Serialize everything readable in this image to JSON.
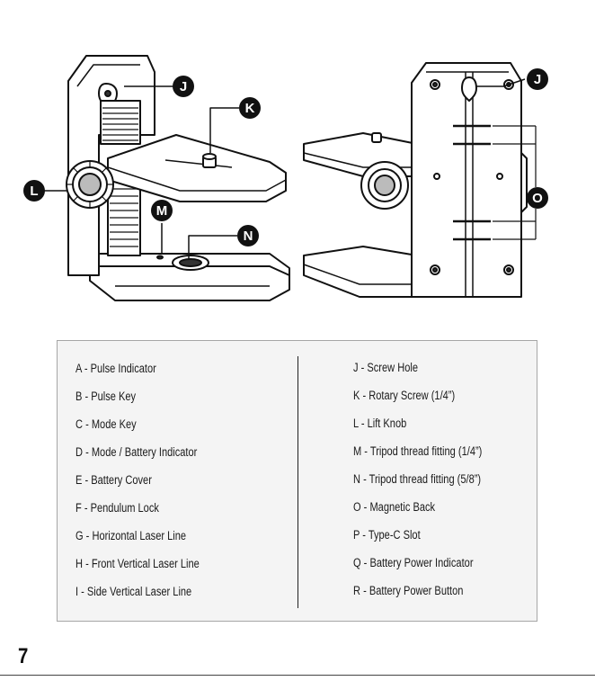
{
  "callouts": {
    "j_left": "J",
    "k": "K",
    "l": "L",
    "m": "M",
    "n": "N",
    "j_right": "J",
    "o": "O"
  },
  "legend": {
    "left": [
      "A - Pulse Indicator",
      "B - Pulse Key",
      "C - Mode Key",
      "D - Mode / Battery Indicator",
      "E - Battery Cover",
      "F - Pendulum Lock",
      "G - Horizontal Laser Line",
      "H - Front Vertical Laser Line",
      "I - Side Vertical Laser Line"
    ],
    "right": [
      "J - Screw Hole",
      "K - Rotary Screw (1/4”)",
      "L - Lift Knob",
      "M - Tripod thread fitting (1/4”)",
      "N - Tripod thread fitting (5/8”)",
      "O - Magnetic Back",
      "P - Type-C Slot",
      "Q - Battery Power Indicator",
      "R - Battery Power Button"
    ]
  },
  "page_number": "7"
}
